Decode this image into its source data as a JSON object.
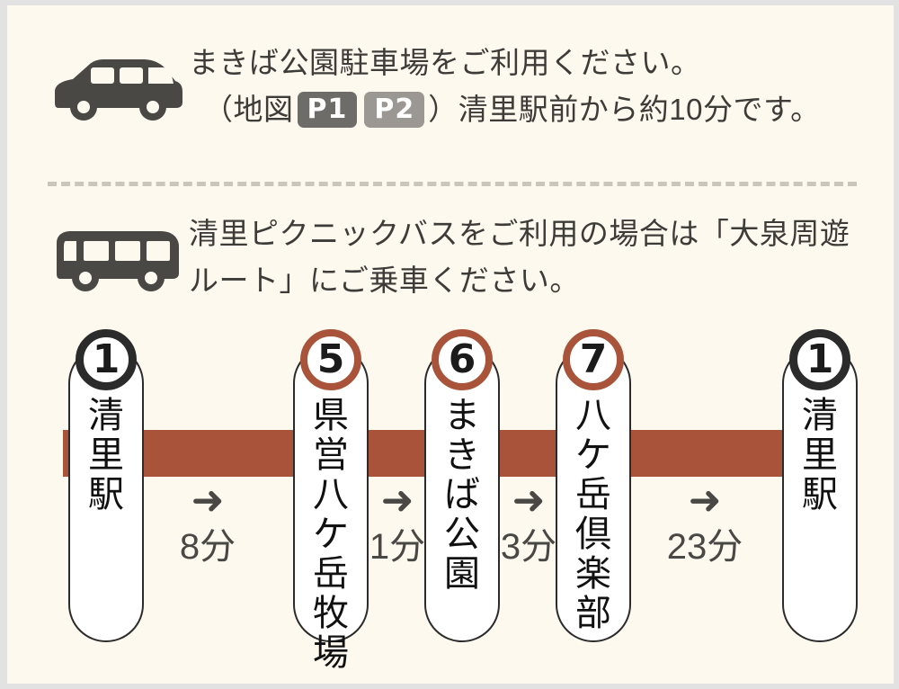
{
  "colors": {
    "background": "#fdf9ef",
    "outer_border": "#e2e2e2",
    "text": "#3e3c38",
    "route_bar": "#a9543a",
    "badge_red": "#a9543a",
    "badge_dark": "#2b2b2b",
    "p1_badge": "#6e6c68",
    "p2_badge": "#9b9894",
    "divider": "#c9c6be"
  },
  "car_section": {
    "icon": "car-icon",
    "line1": "まきば公園駐車場をご利用ください。",
    "line2_prefix": "（地図",
    "badge_p1": "P1",
    "badge_p2": "P2",
    "line2_suffix": "）清里駅前から約10分です。"
  },
  "bus_section": {
    "icon": "bus-icon",
    "line1": "清里ピクニックバスをご利用の場合は「大泉周遊",
    "line2": "ルート」にご乗車ください。"
  },
  "route": {
    "stations": [
      {
        "number": "1",
        "badge_style": "dark",
        "name_chars": [
          "清",
          "里",
          "駅"
        ],
        "name": "清里駅"
      },
      {
        "number": "5",
        "badge_style": "red",
        "name_chars": [
          "県",
          "営",
          "八",
          "ケ",
          "岳",
          "牧",
          "場"
        ],
        "name": "県営八ケ岳牧場"
      },
      {
        "number": "6",
        "badge_style": "red",
        "name_chars": [
          "ま",
          "き",
          "ば",
          "公",
          "園"
        ],
        "name": "まきば公園"
      },
      {
        "number": "7",
        "badge_style": "red",
        "name_chars": [
          "八",
          "ケ",
          "岳",
          "倶",
          "楽",
          "部"
        ],
        "name": "八ケ岳倶楽部"
      },
      {
        "number": "1",
        "badge_style": "dark",
        "name_chars": [
          "清",
          "里",
          "駅"
        ],
        "name": "清里駅"
      }
    ],
    "segments": [
      {
        "arrow": "➜",
        "time": "8分"
      },
      {
        "arrow": "➜",
        "time": "1分"
      },
      {
        "arrow": "➜",
        "time": "3分"
      },
      {
        "arrow": "➜",
        "time": "23分"
      }
    ]
  }
}
